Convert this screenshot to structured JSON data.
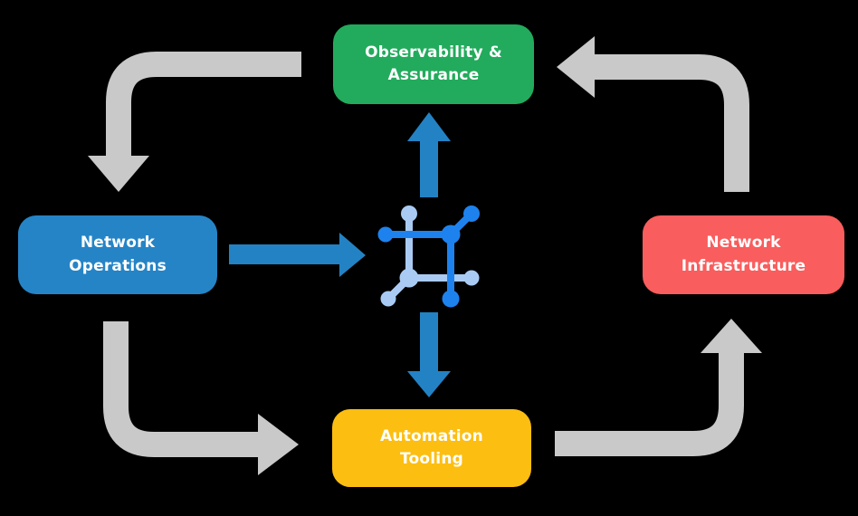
{
  "canvas": {
    "background": "#000000"
  },
  "colors": {
    "arrow_gray": "#C9C9C9",
    "arrow_blue": "#2382C4",
    "icon_dark": "#1E82EE",
    "icon_light": "#A9CBF3",
    "label_text": "#FFFFFF"
  },
  "nodes": {
    "observability": {
      "label": "Observability &\nAssurance",
      "color": "#22AB5C"
    },
    "operations": {
      "label": "Network\nOperations",
      "color": "#2584C6"
    },
    "infrastructure": {
      "label": "Network\nInfrastructure",
      "color": "#F95D5D"
    },
    "automation": {
      "label": "Automation\nTooling",
      "color": "#FCBE11"
    }
  },
  "center_icon": {
    "name": "network-hub-icon"
  },
  "flows": [
    {
      "from": "observability",
      "to": "operations",
      "style": "gray-elbow"
    },
    {
      "from": "operations",
      "to": "automation",
      "style": "gray-elbow"
    },
    {
      "from": "automation",
      "to": "infrastructure",
      "style": "gray-elbow"
    },
    {
      "from": "infrastructure",
      "to": "observability",
      "style": "gray-elbow"
    },
    {
      "from": "operations",
      "to": "center-icon",
      "style": "blue-straight"
    },
    {
      "from": "center-icon",
      "to": "observability",
      "style": "blue-straight"
    },
    {
      "from": "center-icon",
      "to": "automation",
      "style": "blue-straight"
    }
  ]
}
